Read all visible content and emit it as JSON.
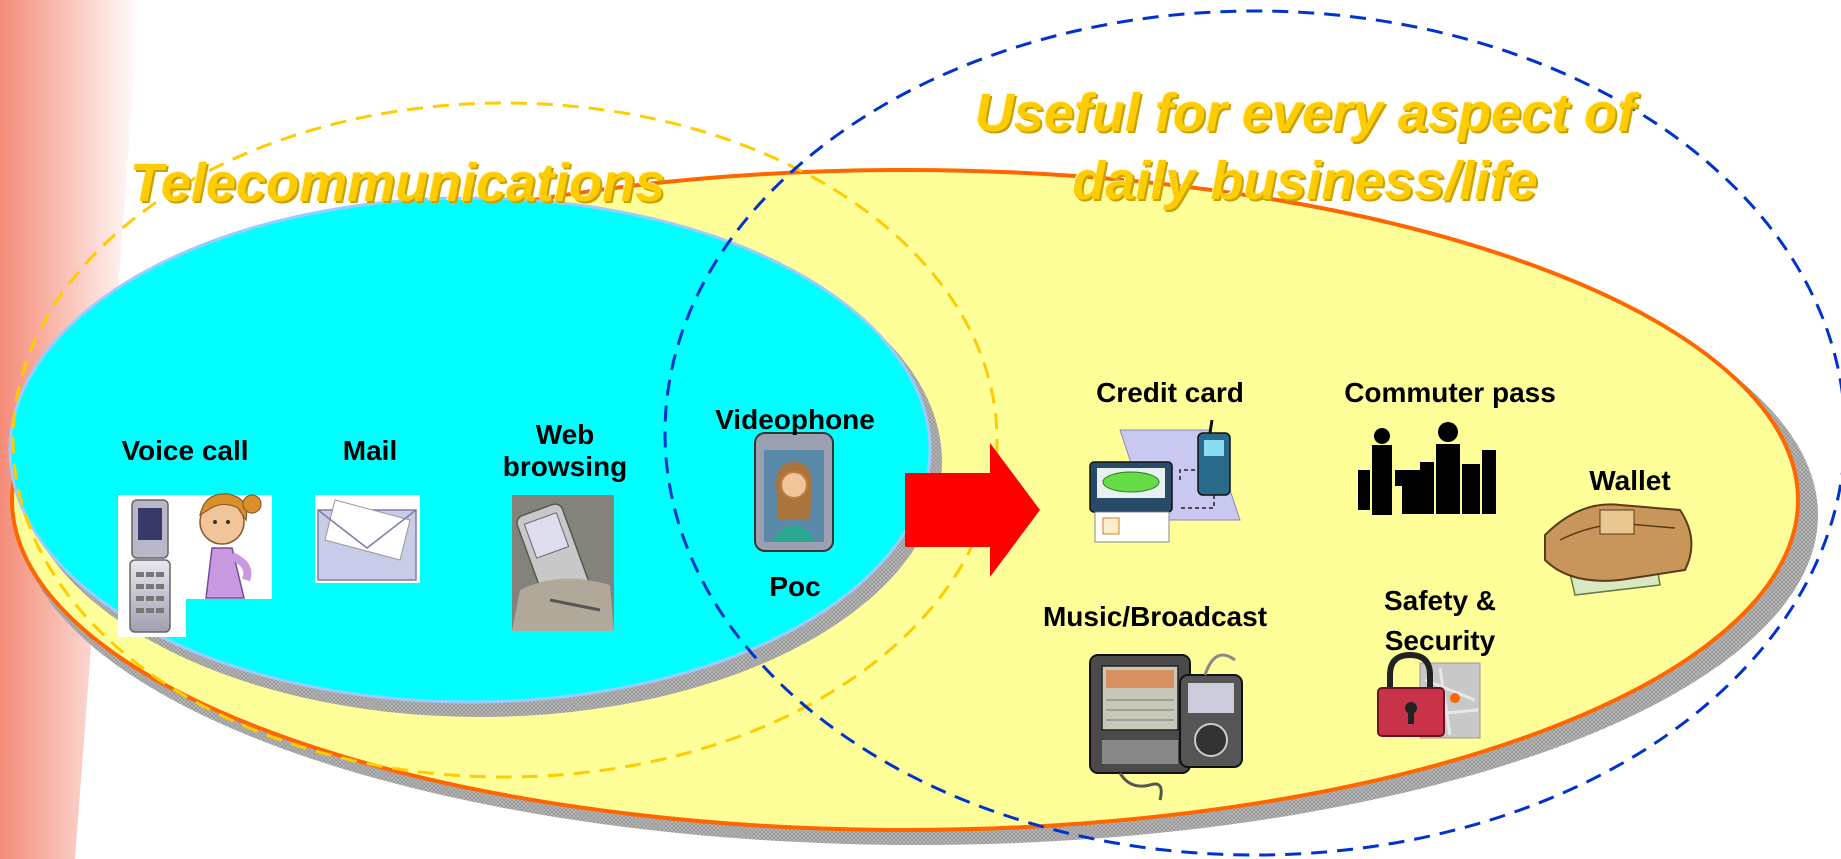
{
  "titles": {
    "telecom": "Telecommunications",
    "useful_line1": "Useful for every aspect of",
    "useful_line2": "daily business/life"
  },
  "telecom_services": {
    "voice_call": "Voice call",
    "mail": "Mail",
    "web_line1": "Web",
    "web_line2": "browsing",
    "videophone": "Videophone",
    "poc": "Poc"
  },
  "life_services": {
    "credit_card": "Credit card",
    "commuter_pass": "Commuter pass",
    "wallet": "Wallet",
    "music_broadcast": "Music/Broadcast",
    "safety_line1": "Safety &",
    "safety_line2": "Security"
  },
  "colors": {
    "left_band": "#f9a894",
    "big_ellipse_fill": "#ffff99",
    "big_ellipse_stroke": "#ff6600",
    "cyan_ellipse": "#00ffff",
    "telecom_dash": "#ffcc00",
    "useful_dash": "#0033cc",
    "arrow": "#ff0000",
    "title_text": "#ffcc00"
  },
  "icons": [
    "flip-phone-icon",
    "girl-character-icon",
    "envelope-icon",
    "phone-in-hand-icon",
    "videophone-icon",
    "credit-card-reader-icon",
    "commuter-gate-icon",
    "wallet-icon",
    "music-player-icon",
    "padlock-map-icon",
    "right-arrow-icon"
  ]
}
